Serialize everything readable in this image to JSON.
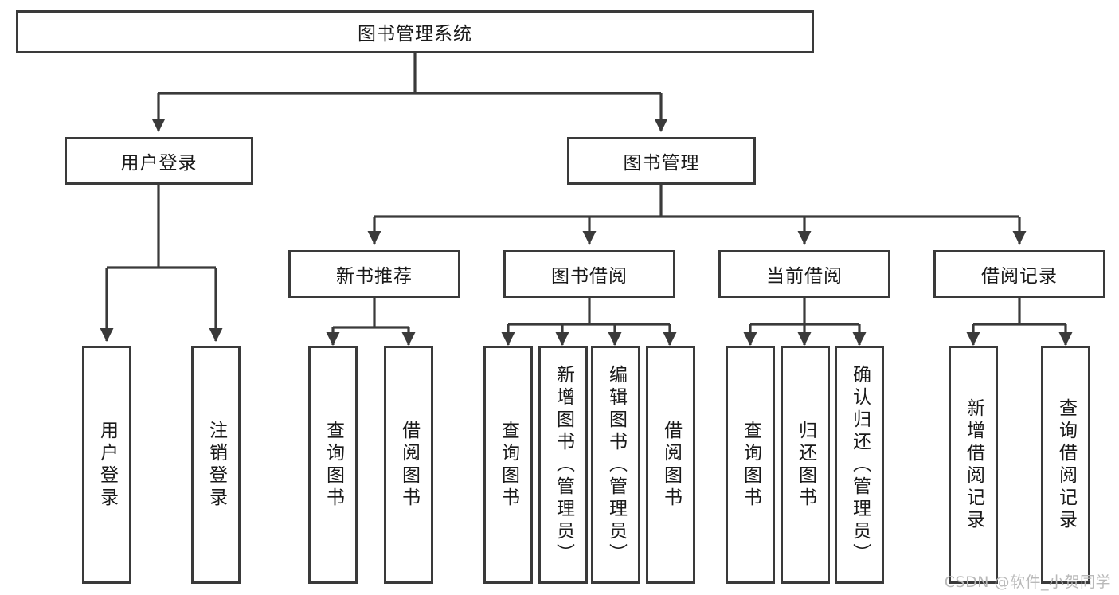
{
  "diagram": {
    "title": "图书管理系统",
    "type": "tree-hierarchy-diagram",
    "colors": {
      "box_border": "#3a3a3a",
      "box_fill": "#ffffff",
      "connector": "#3a3a3a",
      "text": "#1a1a1a",
      "watermark": "#b9b9b9",
      "background": "#ffffff"
    },
    "root": {
      "label": "图书管理系统"
    },
    "level2": [
      {
        "label": "用户登录"
      },
      {
        "label": "图书管理"
      }
    ],
    "level3": [
      {
        "label": "新书推荐"
      },
      {
        "label": "图书借阅"
      },
      {
        "label": "当前借阅"
      },
      {
        "label": "借阅记录"
      }
    ],
    "leaves": {
      "user_login": [
        {
          "label": "用户登录"
        },
        {
          "label": "注销登录"
        }
      ],
      "new_book_recommend": [
        {
          "label": "查询图书"
        },
        {
          "label": "借阅图书"
        }
      ],
      "book_borrow": [
        {
          "label": "查询图书"
        },
        {
          "label": "新增图书（管理员）"
        },
        {
          "label": "编辑图书（管理员）"
        },
        {
          "label": "借阅图书"
        }
      ],
      "current_borrow": [
        {
          "label": "查询图书"
        },
        {
          "label": "归还图书"
        },
        {
          "label": "确认归还（管理员）"
        }
      ],
      "borrow_record": [
        {
          "label": "新增借阅记录"
        },
        {
          "label": "查询借阅记录"
        }
      ]
    }
  },
  "watermark": {
    "text": "CSDN @软件_小贺同学"
  }
}
